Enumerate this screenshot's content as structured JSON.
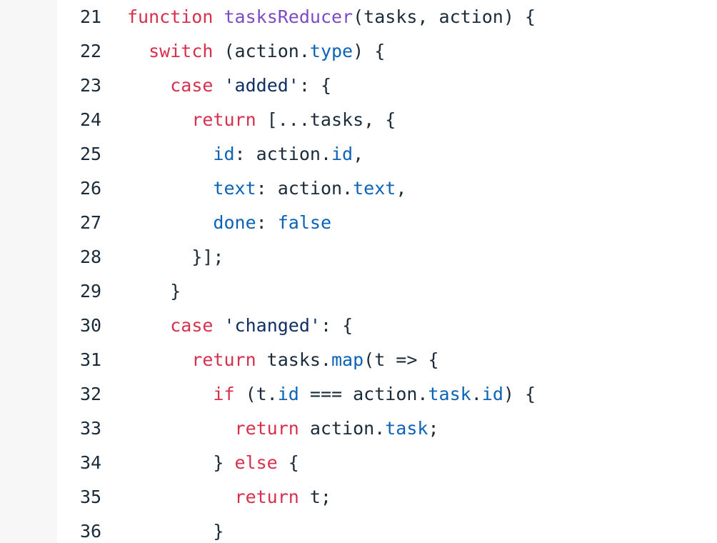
{
  "colors": {
    "background": "#ffffff",
    "gutter": "#f7f7f8",
    "keyword": "#d7304d",
    "function": "#7d4bc4",
    "property": "#0b63b8",
    "string": "#0f2f63",
    "plain": "#1b2b3a"
  },
  "lines": [
    {
      "num": "21",
      "indent": 0,
      "tokens": [
        {
          "t": "function",
          "k": "keyword"
        },
        {
          "t": " ",
          "k": "plain"
        },
        {
          "t": "tasksReducer",
          "k": "function"
        },
        {
          "t": "(tasks, action) {",
          "k": "plain"
        }
      ]
    },
    {
      "num": "22",
      "indent": 1,
      "tokens": [
        {
          "t": "switch",
          "k": "keyword"
        },
        {
          "t": " (action.",
          "k": "plain"
        },
        {
          "t": "type",
          "k": "property"
        },
        {
          "t": ") {",
          "k": "plain"
        }
      ]
    },
    {
      "num": "23",
      "indent": 2,
      "tokens": [
        {
          "t": "case",
          "k": "keyword"
        },
        {
          "t": " ",
          "k": "plain"
        },
        {
          "t": "'added'",
          "k": "string"
        },
        {
          "t": ": {",
          "k": "plain"
        }
      ]
    },
    {
      "num": "24",
      "indent": 3,
      "tokens": [
        {
          "t": "return",
          "k": "keyword"
        },
        {
          "t": " [...tasks, {",
          "k": "plain"
        }
      ]
    },
    {
      "num": "25",
      "indent": 4,
      "tokens": [
        {
          "t": "id",
          "k": "property"
        },
        {
          "t": ": action.",
          "k": "plain"
        },
        {
          "t": "id",
          "k": "property"
        },
        {
          "t": ",",
          "k": "plain"
        }
      ]
    },
    {
      "num": "26",
      "indent": 4,
      "tokens": [
        {
          "t": "text",
          "k": "property"
        },
        {
          "t": ": action.",
          "k": "plain"
        },
        {
          "t": "text",
          "k": "property"
        },
        {
          "t": ",",
          "k": "plain"
        }
      ]
    },
    {
      "num": "27",
      "indent": 4,
      "tokens": [
        {
          "t": "done",
          "k": "property"
        },
        {
          "t": ": ",
          "k": "plain"
        },
        {
          "t": "false",
          "k": "property"
        }
      ]
    },
    {
      "num": "28",
      "indent": 3,
      "tokens": [
        {
          "t": "}];",
          "k": "plain"
        }
      ]
    },
    {
      "num": "29",
      "indent": 2,
      "tokens": [
        {
          "t": "}",
          "k": "plain"
        }
      ]
    },
    {
      "num": "30",
      "indent": 2,
      "tokens": [
        {
          "t": "case",
          "k": "keyword"
        },
        {
          "t": " ",
          "k": "plain"
        },
        {
          "t": "'changed'",
          "k": "string"
        },
        {
          "t": ": {",
          "k": "plain"
        }
      ]
    },
    {
      "num": "31",
      "indent": 3,
      "tokens": [
        {
          "t": "return",
          "k": "keyword"
        },
        {
          "t": " tasks.",
          "k": "plain"
        },
        {
          "t": "map",
          "k": "property"
        },
        {
          "t": "(t => {",
          "k": "plain"
        }
      ]
    },
    {
      "num": "32",
      "indent": 4,
      "tokens": [
        {
          "t": "if",
          "k": "keyword"
        },
        {
          "t": " (t.",
          "k": "plain"
        },
        {
          "t": "id",
          "k": "property"
        },
        {
          "t": " === action.",
          "k": "plain"
        },
        {
          "t": "task",
          "k": "property"
        },
        {
          "t": ".",
          "k": "plain"
        },
        {
          "t": "id",
          "k": "property"
        },
        {
          "t": ") {",
          "k": "plain"
        }
      ]
    },
    {
      "num": "33",
      "indent": 5,
      "tokens": [
        {
          "t": "return",
          "k": "keyword"
        },
        {
          "t": " action.",
          "k": "plain"
        },
        {
          "t": "task",
          "k": "property"
        },
        {
          "t": ";",
          "k": "plain"
        }
      ]
    },
    {
      "num": "34",
      "indent": 4,
      "tokens": [
        {
          "t": "} ",
          "k": "plain"
        },
        {
          "t": "else",
          "k": "keyword"
        },
        {
          "t": " {",
          "k": "plain"
        }
      ]
    },
    {
      "num": "35",
      "indent": 5,
      "tokens": [
        {
          "t": "return",
          "k": "keyword"
        },
        {
          "t": " t;",
          "k": "plain"
        }
      ]
    },
    {
      "num": "36",
      "indent": 4,
      "tokens": [
        {
          "t": "}",
          "k": "plain"
        }
      ]
    }
  ]
}
